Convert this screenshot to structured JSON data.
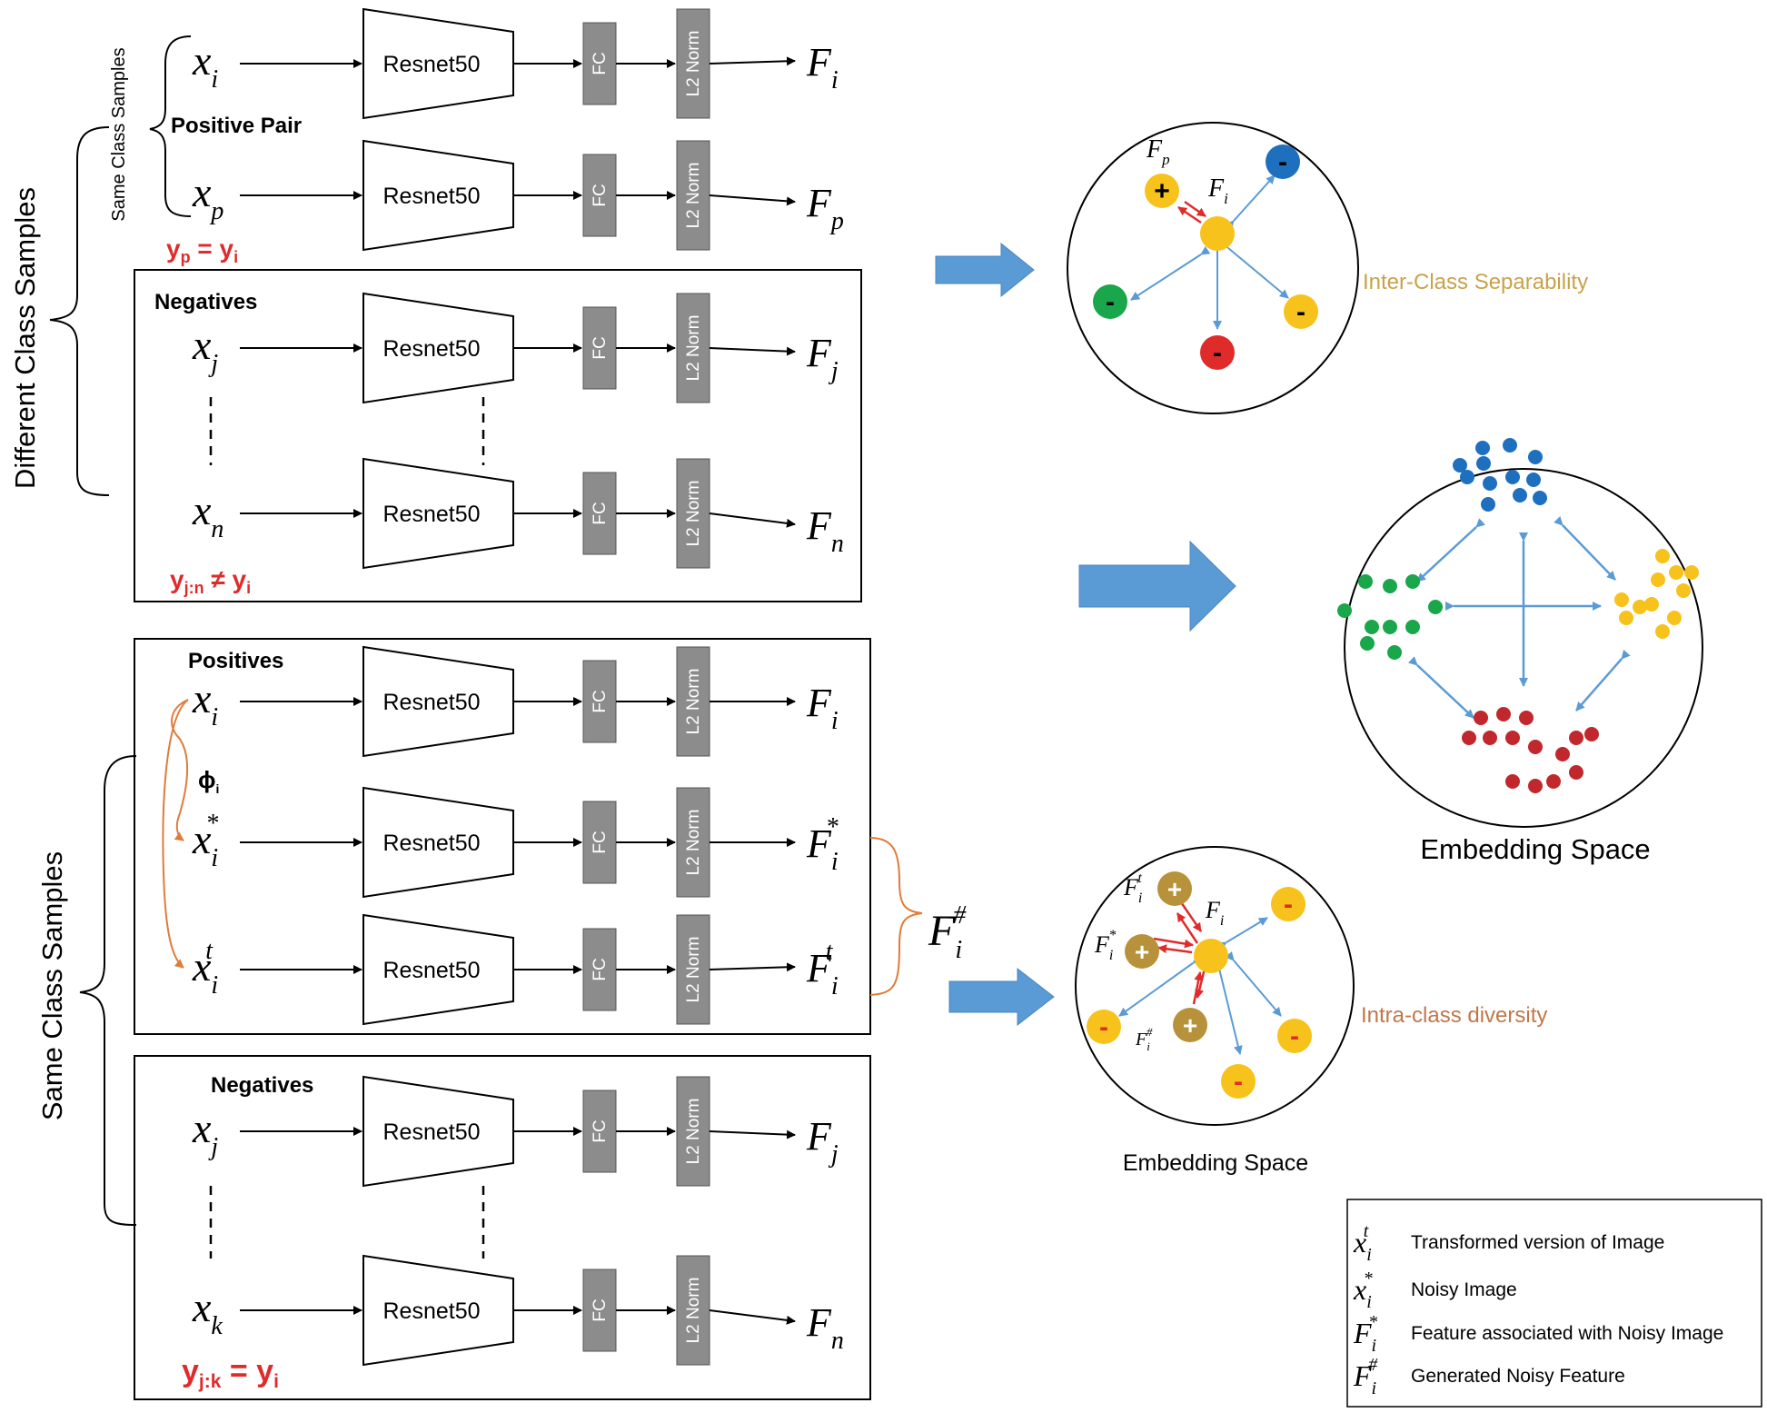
{
  "left_brackets": {
    "different_class": "Different Class Samples",
    "same_class_top": "Same Class Samples",
    "same_class_bottom": "Same Class Samples"
  },
  "labels": {
    "positive_pair": "Positive Pair",
    "negatives": "Negatives",
    "positives": "Positives",
    "phi": "ϕ",
    "phi_sub": "i"
  },
  "blocks": {
    "resnet": "Resnet50",
    "fc": "FC",
    "l2": "L2 Norm"
  },
  "rows": [
    {
      "input": "x",
      "input_sub": "i",
      "input_sup": "",
      "output": "F",
      "output_sub": "i",
      "output_sup": ""
    },
    {
      "input": "x",
      "input_sub": "p",
      "input_sup": "",
      "output": "F",
      "output_sub": "p",
      "output_sup": ""
    },
    {
      "input": "x",
      "input_sub": "j",
      "input_sup": "",
      "output": "F",
      "output_sub": "j",
      "output_sup": ""
    },
    {
      "input": "x",
      "input_sub": "n",
      "input_sup": "",
      "output": "F",
      "output_sub": "n",
      "output_sup": ""
    },
    {
      "input": "x",
      "input_sub": "i",
      "input_sup": "",
      "output": "F",
      "output_sub": "i",
      "output_sup": ""
    },
    {
      "input": "x",
      "input_sub": "i",
      "input_sup": "*",
      "output": "F",
      "output_sub": "i",
      "output_sup": "*"
    },
    {
      "input": "x",
      "input_sub": "i",
      "input_sup": "t",
      "output": "F",
      "output_sub": "i",
      "output_sup": "t"
    },
    {
      "input": "x",
      "input_sub": "j",
      "input_sup": "",
      "output": "F",
      "output_sub": "j",
      "output_sup": ""
    },
    {
      "input": "x",
      "input_sub": "k",
      "input_sup": "",
      "output": "F",
      "output_sub": "n",
      "output_sup": ""
    }
  ],
  "conditions": {
    "yp_eq": "y<sub>p</sub> = y<sub>i</sub>",
    "yp_text": [
      "y",
      "p",
      " = y",
      "i"
    ],
    "yjn_text": [
      "y",
      "j:n",
      " ≠ y",
      "i"
    ],
    "yjk_text": [
      "y",
      "j:k",
      " = y",
      "i"
    ]
  },
  "fi_hash": {
    "base": "F",
    "sub": "i",
    "sup": "#"
  },
  "embedding": {
    "inter_class": "Inter-Class Separability",
    "intra_class": "Intra-class diversity",
    "embedding_space_large": "Embedding Space",
    "embedding_space_small": "Embedding Space",
    "top_labels": {
      "fp": "F",
      "fp_sub": "p",
      "fi": "F",
      "fi_sub": "i"
    },
    "bottom_labels": {
      "ft": "F",
      "ft_sub": "i",
      "ft_sup": "t",
      "fs": "F",
      "fs_sub": "i",
      "fs_sup": "*",
      "fi": "F",
      "fi_sub": "i",
      "fh": "F",
      "fh_sub": "i",
      "fh_sup": "#"
    }
  },
  "legend": [
    {
      "sym": "x",
      "sub": "i",
      "sup": "t",
      "text": "Transformed version of Image"
    },
    {
      "sym": "x",
      "sub": "i",
      "sup": "*",
      "text": "Noisy Image"
    },
    {
      "sym": "F",
      "sub": "i",
      "sup": "*",
      "text": "Feature associated with Noisy Image"
    },
    {
      "sym": "F",
      "sub": "i",
      "sup": "#",
      "text": "Generated Noisy Feature"
    }
  ],
  "colors": {
    "red": "#e02b2b",
    "blue_arrow": "#5b9bd5",
    "orange": "#e07b39",
    "gold_text": "#c8a24a",
    "brown_text": "#c0784a",
    "yellow": "#f7c21b",
    "blue_dot": "#1f6fbf",
    "green_dot": "#1aa64a",
    "red_dot": "#c0282d",
    "olive": "#b8923a",
    "gray_block": "#8c8c8c"
  }
}
